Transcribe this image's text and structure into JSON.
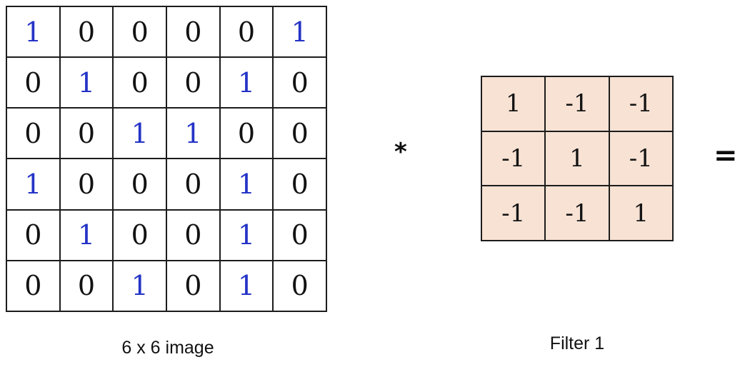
{
  "colors": {
    "background": "#ffffff",
    "grid_line": "#1c1c1c",
    "image_zero_text": "#111111",
    "image_one_text": "#2433c6",
    "filter_fill": "#f7e2d4",
    "filter_text": "#141414",
    "caption_text": "#111111"
  },
  "image_matrix": {
    "caption": "6 x 6 image",
    "rows": 6,
    "cols": 6,
    "values": [
      [
        "1",
        "0",
        "0",
        "0",
        "0",
        "1"
      ],
      [
        "0",
        "1",
        "0",
        "0",
        "1",
        "0"
      ],
      [
        "0",
        "0",
        "1",
        "1",
        "0",
        "0"
      ],
      [
        "1",
        "0",
        "0",
        "0",
        "1",
        "0"
      ],
      [
        "0",
        "1",
        "0",
        "0",
        "1",
        "0"
      ],
      [
        "0",
        "0",
        "1",
        "0",
        "1",
        "0"
      ]
    ]
  },
  "filter_matrix": {
    "caption": "Filter 1",
    "rows": 3,
    "cols": 3,
    "values": [
      [
        "1",
        "-1",
        "-1"
      ],
      [
        "-1",
        "1",
        "-1"
      ],
      [
        "-1",
        "-1",
        "1"
      ]
    ]
  },
  "operators": {
    "convolve": "*",
    "equals": "="
  }
}
